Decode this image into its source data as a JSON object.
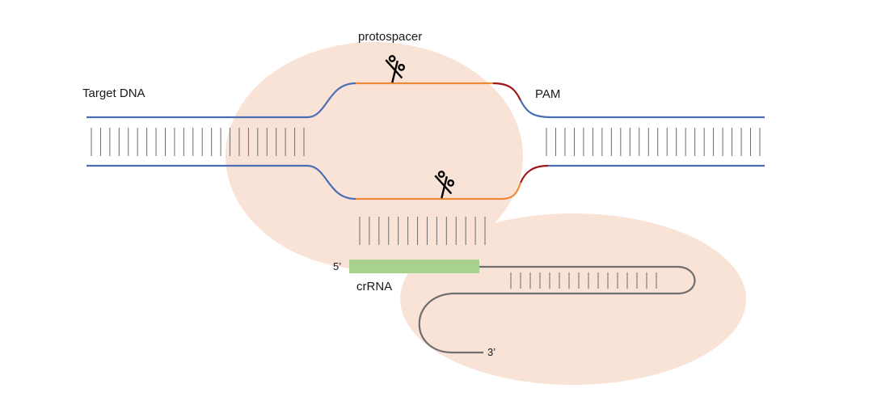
{
  "labels": {
    "protospacer": "protospacer",
    "target_dna": "Target DNA",
    "pam": "PAM",
    "crrna": "crRNA",
    "five_prime": "5’",
    "three_prime": "3’"
  },
  "colors": {
    "background": "#ffffff",
    "protein_blob": "#f9e3d6",
    "dna_strand": "#4a6fb5",
    "protospacer": "#ed8a3a",
    "pam": "#a3161b",
    "crrna": "#a9d18e",
    "rna_tail": "#6e6e6e",
    "base_pair_ticks": "#6b6b6b"
  },
  "icons": {
    "cut_site_top": "scissors-icon",
    "cut_site_bottom": "scissors-icon"
  }
}
